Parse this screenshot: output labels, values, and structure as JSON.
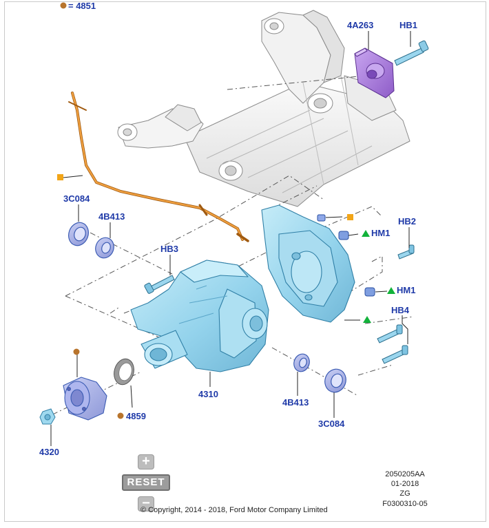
{
  "colors": {
    "label_blue": "#1f3aa8",
    "part_blue": "#9fd9ef",
    "part_lilac": "#a6aee6",
    "mount_purple": "#ab7fe0",
    "breather_orange": "#e8902a",
    "legend_bullet": "#b8742c",
    "legend_square": "#f2a518",
    "legend_triangle": "#12b23a",
    "frame_grey": "#e6e6e6"
  },
  "legend_top": {
    "text": "= 4851"
  },
  "parts": {
    "mount": "4A263",
    "bolt_hb1": "HB1",
    "seal_left": "3C084",
    "bearing_left": "4B413",
    "bolt_hb3": "HB3",
    "bolt_hb2": "HB2",
    "nut_hm1_upper": "HM1",
    "nut_hm1_lower": "HM1",
    "bolts_hb4": "HB4",
    "housing": "4310",
    "bearing_right": "4B413",
    "seal_right": "3C084",
    "gasket": "4859",
    "flange": "4320"
  },
  "controls": {
    "zoom_in": "+",
    "reset": "RESET",
    "zoom_out": "−"
  },
  "meta": {
    "drawing_no": "2050205AA",
    "date": "01-2018",
    "code": "ZG",
    "figure_no": "F0300310-05"
  },
  "copyright": "© Copyright, 2014 - 2018, Ford Motor Company Limited"
}
